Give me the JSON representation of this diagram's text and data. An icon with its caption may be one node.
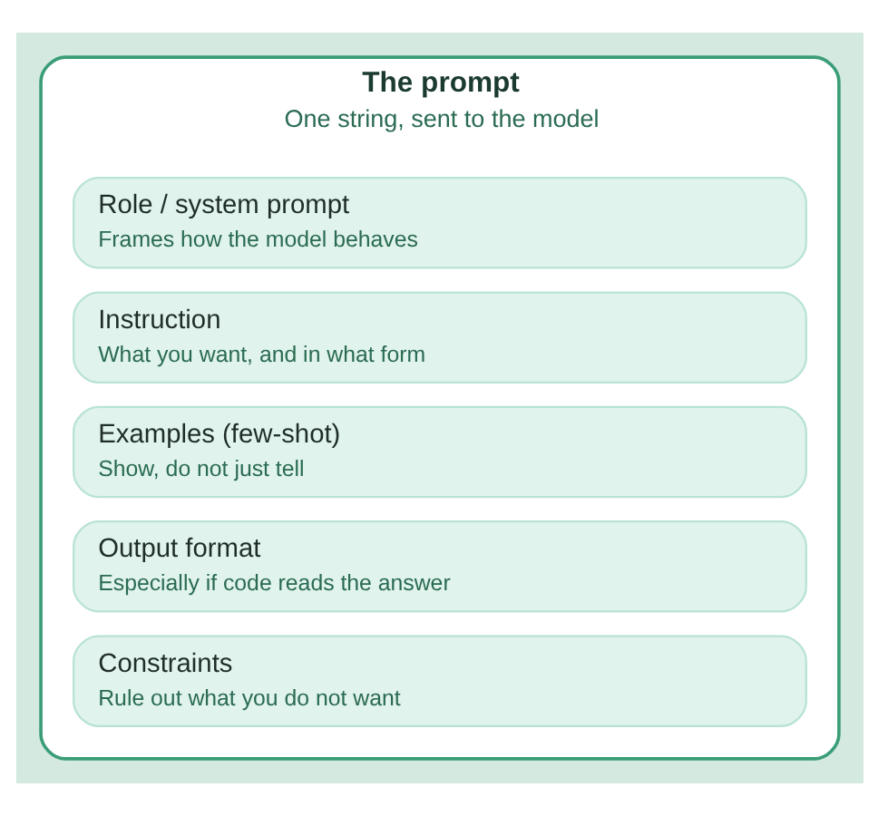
{
  "diagram": {
    "nodes": [
      {
        "text": [
          "The prompt",
          "One string, sent to the model"
        ]
      },
      {
        "text": [
          "Role / system prompt",
          "Frames how the model behaves"
        ],
        "in": 0
      },
      {
        "text": [
          "Instruction",
          "What you want, and in what form"
        ],
        "in": 0
      },
      {
        "text": [
          "Examples (few-shot)",
          "Show, do not just tell"
        ],
        "in": 0
      },
      {
        "text": [
          "Output format",
          "Especially if code reads the answer"
        ],
        "in": 0
      },
      {
        "text": [
          "Constraints",
          "Rule out what you do not want"
        ],
        "in": 0
      }
    ],
    "edges": []
  }
}
